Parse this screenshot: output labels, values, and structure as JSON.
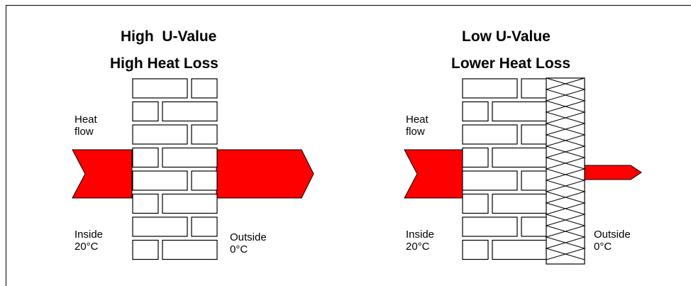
{
  "left_panel": {
    "title_line1": "High  U-Value",
    "title_line2": "High Heat Loss",
    "heat_label_line1": "Heat",
    "heat_label_line2": "flow",
    "inside_label_line1": "Inside",
    "inside_label_line2": "20°C",
    "outside_label_line1": "Outside",
    "outside_label_line2": "0°C"
  },
  "right_panel": {
    "title_line1": "Low U-Value",
    "title_line2": "Lower Heat Loss",
    "heat_label_line1": "Heat",
    "heat_label_line2": "flow",
    "inside_label_line1": "Inside",
    "inside_label_line2": "20°C",
    "outside_label_line1": "Outside",
    "outside_label_line2": "0°C"
  },
  "colors": {
    "arrow": "#ff0000",
    "brick_fill": "#ffffff",
    "outline": "#000000",
    "background": "#ffffff"
  }
}
